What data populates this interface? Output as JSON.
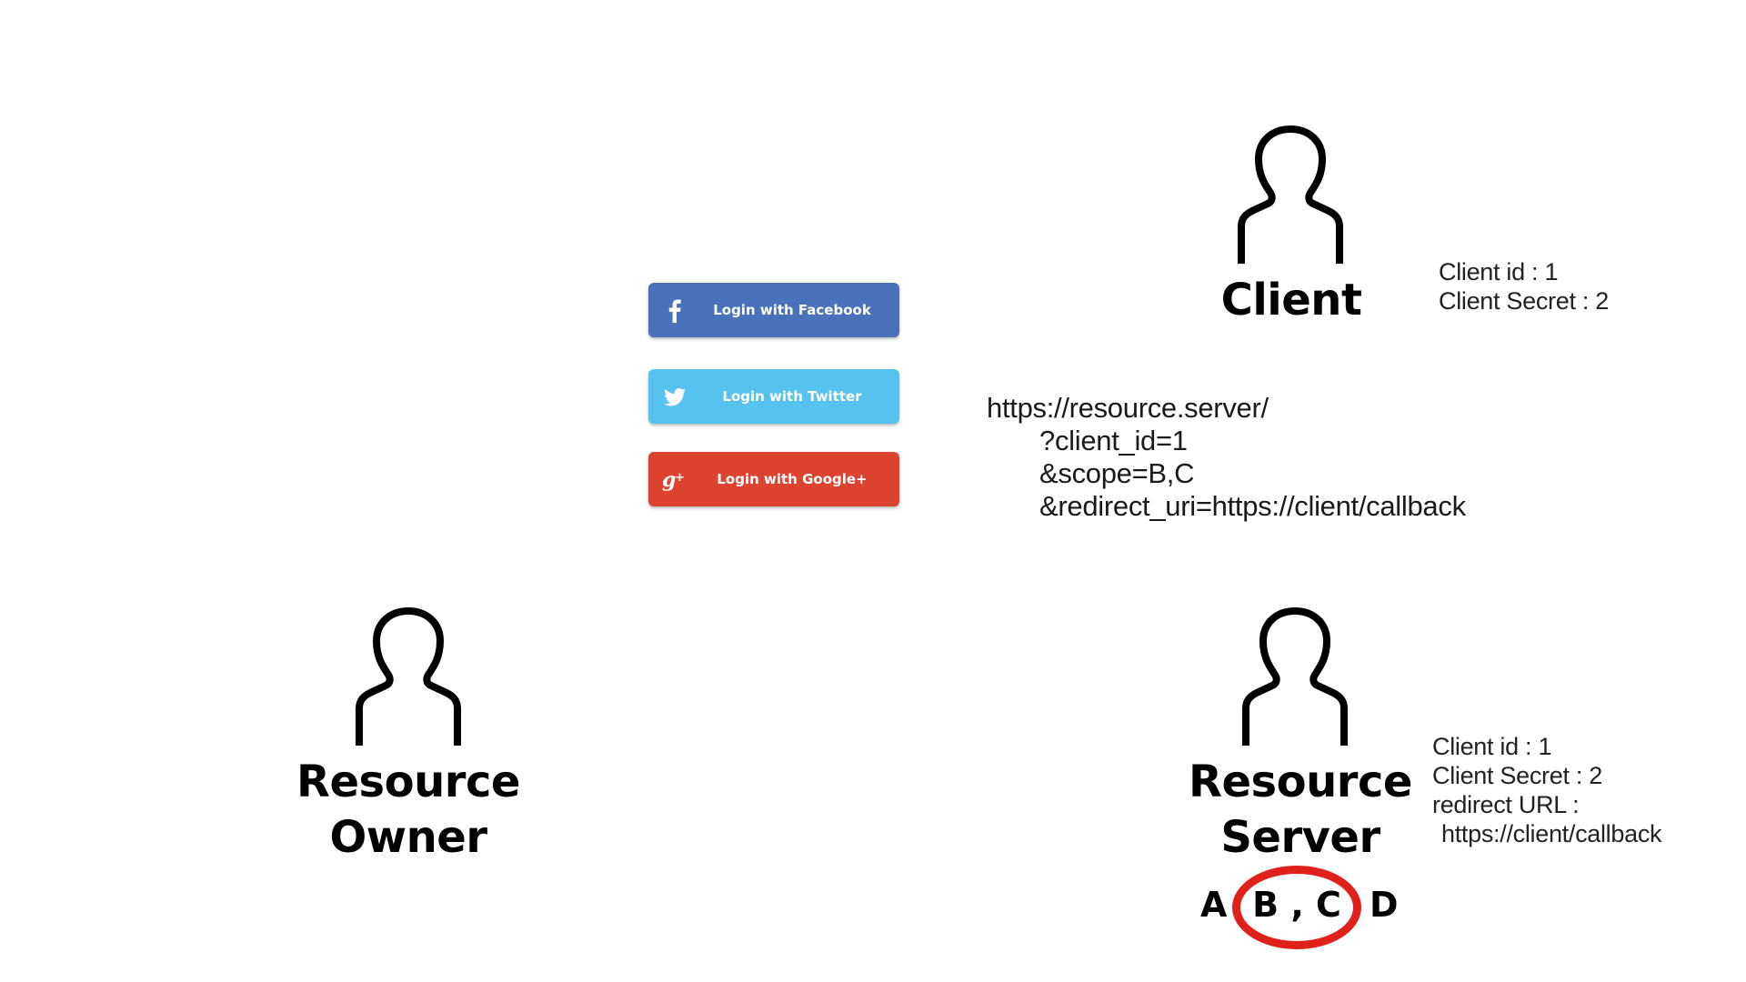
{
  "login_buttons": [
    {
      "label": "Login with Facebook",
      "color": "#4a72bb",
      "icon": "facebook-icon"
    },
    {
      "label": "Login with Twitter",
      "color": "#55c2ef",
      "icon": "twitter-icon"
    },
    {
      "label": "Login with Google+",
      "color": "#dc4431",
      "icon": "google-plus-icon"
    }
  ],
  "client": {
    "label": "Client",
    "info": [
      "Client id : 1",
      "Client Secret : 2"
    ]
  },
  "auth_url": [
    "https://resource.server/",
    "?client_id=1",
    "&scope=B,C",
    "&redirect_uri=https://client/callback"
  ],
  "resource_owner": {
    "label_lines": [
      "Resource",
      "Owner"
    ]
  },
  "resource_server": {
    "label_lines": [
      "Resource",
      "Server"
    ],
    "info": [
      "Client id : 1",
      "Client Secret : 2",
      "redirect URL :",
      "https://client/callback"
    ],
    "scopes": {
      "a": "A",
      "bc": "B , C",
      "d": "D"
    },
    "highlight_color": "#e0201b"
  }
}
